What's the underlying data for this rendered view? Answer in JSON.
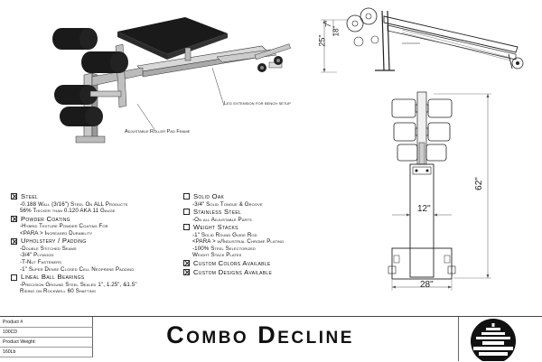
{
  "callouts": {
    "leg_extension": "Leg extension for bench setup",
    "roller_frame": "Adjustable Roller Pad Frame"
  },
  "dimensions": {
    "side_height_a": "25\"",
    "side_height_b": "7\"",
    "side_height_c": "18\"",
    "front_height": "62\"",
    "pad_width": "12\"",
    "base_width": "28\""
  },
  "specs_left": [
    {
      "title": "Steel",
      "checked": true,
      "lines": [
        "-0.188 Wall (3/16\") Steel On ALL Products",
        "56% Thicker than 0.120 AKA 11 Gauge"
      ]
    },
    {
      "title": "Powder Coating",
      "checked": true,
      "lines": [
        "-Hybrid Texture Powder Coating For",
        "<PARA > Increased Durability"
      ]
    },
    {
      "title": "Upholstery / Padding",
      "checked": true,
      "lines": [
        "-Double Stitched Seams",
        "-3/4\" Plywood",
        "-T-Nut Fasteners",
        "-1\" Super Dense Closed Cell Neoprene Padding"
      ]
    },
    {
      "title": "Lineal Ball Bearings",
      "checked": false,
      "lines": [
        "-Precision Ground Steel Sealed 1\", 1.25\", &1.5\"",
        "Riding on Rockwell 60 Shafting"
      ]
    }
  ],
  "specs_right": [
    {
      "title": "Solid Oak",
      "checked": false,
      "lines": [
        "-3/4\" Solid Tongue & Groove"
      ]
    },
    {
      "title": "Stainless Steel",
      "checked": false,
      "lines": [
        "-On all Adjustable Parts"
      ]
    },
    {
      "title": "Weight Stacks",
      "checked": false,
      "lines": [
        "-1\" Solid Round Guide Rod",
        "<PARA > w/Industrial Chrome Plating",
        "-100% Steel Selectorized",
        "Weight Stack Plates"
      ]
    },
    {
      "title": "Custom Colors Available",
      "checked": true,
      "lines": []
    },
    {
      "title": "Custom Designs Available",
      "checked": true,
      "lines": []
    }
  ],
  "product": {
    "number_label": "Product #",
    "number": "100CD",
    "weight_label": "Product Weight:",
    "weight": "160Lb",
    "name": "Combo Decline"
  }
}
